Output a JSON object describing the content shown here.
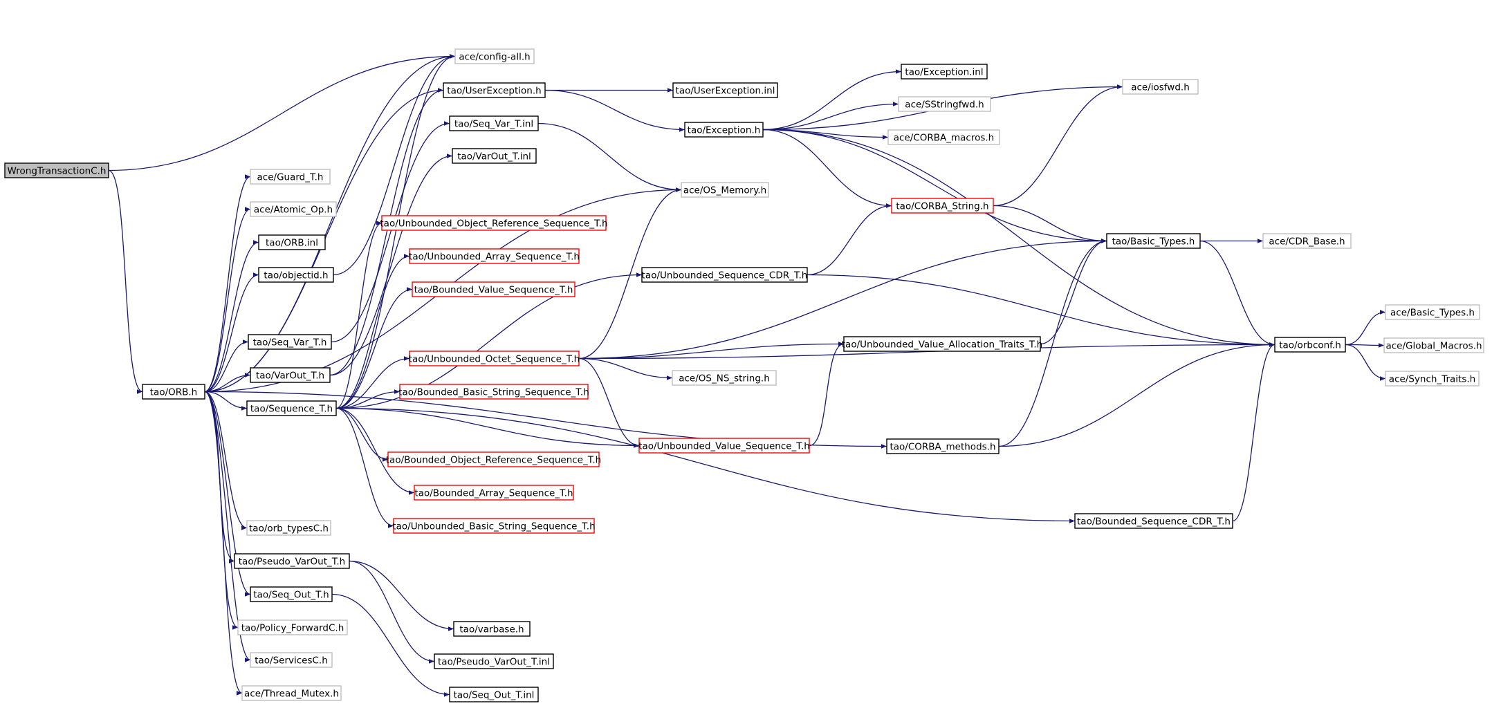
{
  "graph": {
    "colors": {
      "edge": "#191970",
      "border_normal": "#000000",
      "border_light": "#bfbfbf",
      "border_red": "#ff0000",
      "root_fill": "#bfbfbf"
    },
    "nodes": [
      {
        "id": "n_root",
        "label": "WrongTransactionC.h",
        "style": "root",
        "interactable": false
      },
      {
        "id": "n_orb",
        "label": "tao/ORB.h",
        "style": "normal",
        "interactable": true
      },
      {
        "id": "n_config",
        "label": "ace/config-all.h",
        "style": "light",
        "interactable": false
      },
      {
        "id": "n_guard",
        "label": "ace/Guard_T.h",
        "style": "light",
        "interactable": false
      },
      {
        "id": "n_atomic",
        "label": "ace/Atomic_Op.h",
        "style": "light",
        "interactable": false
      },
      {
        "id": "n_orbinl",
        "label": "tao/ORB.inl",
        "style": "normal",
        "interactable": true
      },
      {
        "id": "n_objectid",
        "label": "tao/objectid.h",
        "style": "normal",
        "interactable": true
      },
      {
        "id": "n_seqvar",
        "label": "tao/Seq_Var_T.h",
        "style": "normal",
        "interactable": true
      },
      {
        "id": "n_varout",
        "label": "tao/VarOut_T.h",
        "style": "normal",
        "interactable": true
      },
      {
        "id": "n_sequence",
        "label": "tao/Sequence_T.h",
        "style": "normal",
        "interactable": true
      },
      {
        "id": "n_orbtypes",
        "label": "tao/orb_typesC.h",
        "style": "light",
        "interactable": false
      },
      {
        "id": "n_pseudovarout",
        "label": "tao/Pseudo_VarOut_T.h",
        "style": "normal",
        "interactable": true
      },
      {
        "id": "n_seqout",
        "label": "tao/Seq_Out_T.h",
        "style": "normal",
        "interactable": true
      },
      {
        "id": "n_policyfwd",
        "label": "tao/Policy_ForwardC.h",
        "style": "light",
        "interactable": false
      },
      {
        "id": "n_services",
        "label": "tao/ServicesC.h",
        "style": "light",
        "interactable": false
      },
      {
        "id": "n_threadmutex",
        "label": "ace/Thread_Mutex.h",
        "style": "light",
        "interactable": false
      },
      {
        "id": "n_userexc",
        "label": "tao/UserException.h",
        "style": "normal",
        "interactable": true
      },
      {
        "id": "n_seqvarinl",
        "label": "tao/Seq_Var_T.inl",
        "style": "normal",
        "interactable": true
      },
      {
        "id": "n_varoutinl",
        "label": "tao/VarOut_T.inl",
        "style": "normal",
        "interactable": true
      },
      {
        "id": "n_unboundobjref",
        "label": "tao/Unbounded_Object_Reference_Sequence_T.h",
        "style": "red",
        "interactable": true
      },
      {
        "id": "n_unboundarray",
        "label": "tao/Unbounded_Array_Sequence_T.h",
        "style": "red",
        "interactable": true
      },
      {
        "id": "n_boundvalue",
        "label": "tao/Bounded_Value_Sequence_T.h",
        "style": "red",
        "interactable": true
      },
      {
        "id": "n_unboundoctet",
        "label": "tao/Unbounded_Octet_Sequence_T.h",
        "style": "red",
        "interactable": true
      },
      {
        "id": "n_boundbasicstr",
        "label": "tao/Bounded_Basic_String_Sequence_T.h",
        "style": "red",
        "interactable": true
      },
      {
        "id": "n_boundobjref",
        "label": "tao/Bounded_Object_Reference_Sequence_T.h",
        "style": "red",
        "interactable": true
      },
      {
        "id": "n_boundarray",
        "label": "tao/Bounded_Array_Sequence_T.h",
        "style": "red",
        "interactable": true
      },
      {
        "id": "n_unboundbasicstr",
        "label": "tao/Unbounded_Basic_String_Sequence_T.h",
        "style": "red",
        "interactable": true
      },
      {
        "id": "n_varbase",
        "label": "tao/varbase.h",
        "style": "normal",
        "interactable": true
      },
      {
        "id": "n_pseudovaroutinl",
        "label": "tao/Pseudo_VarOut_T.inl",
        "style": "normal",
        "interactable": true
      },
      {
        "id": "n_seqoutinl",
        "label": "tao/Seq_Out_T.inl",
        "style": "normal",
        "interactable": true
      },
      {
        "id": "n_userexcinl",
        "label": "tao/UserException.inl",
        "style": "normal",
        "interactable": true
      },
      {
        "id": "n_exception",
        "label": "tao/Exception.h",
        "style": "normal",
        "interactable": true
      },
      {
        "id": "n_osmemory",
        "label": "ace/OS_Memory.h",
        "style": "light",
        "interactable": false
      },
      {
        "id": "n_unboundseqcdr",
        "label": "tao/Unbounded_Sequence_CDR_T.h",
        "style": "normal",
        "interactable": true
      },
      {
        "id": "n_osnsstring",
        "label": "ace/OS_NS_string.h",
        "style": "light",
        "interactable": false
      },
      {
        "id": "n_unboundvalueseq",
        "label": "tao/Unbounded_Value_Sequence_T.h",
        "style": "red",
        "interactable": true
      },
      {
        "id": "n_excinl",
        "label": "tao/Exception.inl",
        "style": "normal",
        "interactable": true
      },
      {
        "id": "n_sstringfwd",
        "label": "ace/SStringfwd.h",
        "style": "light",
        "interactable": false
      },
      {
        "id": "n_corbamacros",
        "label": "ace/CORBA_macros.h",
        "style": "light",
        "interactable": false
      },
      {
        "id": "n_corbastring",
        "label": "tao/CORBA_String.h",
        "style": "red",
        "interactable": true
      },
      {
        "id": "n_unboundvalalloc",
        "label": "tao/Unbounded_Value_Allocation_Traits_T.h",
        "style": "normal",
        "interactable": true
      },
      {
        "id": "n_corbamethods",
        "label": "tao/CORBA_methods.h",
        "style": "normal",
        "interactable": true
      },
      {
        "id": "n_boundseqcdr",
        "label": "tao/Bounded_Sequence_CDR_T.h",
        "style": "normal",
        "interactable": true
      },
      {
        "id": "n_iosfwd",
        "label": "ace/iosfwd.h",
        "style": "light",
        "interactable": false
      },
      {
        "id": "n_basictypes",
        "label": "tao/Basic_Types.h",
        "style": "normal",
        "interactable": true
      },
      {
        "id": "n_cdrbase",
        "label": "ace/CDR_Base.h",
        "style": "light",
        "interactable": false
      },
      {
        "id": "n_orbconf",
        "label": "tao/orbconf.h",
        "style": "normal",
        "interactable": true
      },
      {
        "id": "n_acebasictypes",
        "label": "ace/Basic_Types.h",
        "style": "light",
        "interactable": false
      },
      {
        "id": "n_globalmacros",
        "label": "ace/Global_Macros.h",
        "style": "light",
        "interactable": false
      },
      {
        "id": "n_synchtraits",
        "label": "ace/Synch_Traits.h",
        "style": "light",
        "interactable": false
      }
    ],
    "edges": [
      [
        "n_root",
        "n_config"
      ],
      [
        "n_root",
        "n_orb"
      ],
      [
        "n_orb",
        "n_config"
      ],
      [
        "n_orb",
        "n_guard"
      ],
      [
        "n_orb",
        "n_atomic"
      ],
      [
        "n_orb",
        "n_orbinl"
      ],
      [
        "n_orb",
        "n_objectid"
      ],
      [
        "n_orb",
        "n_seqvar"
      ],
      [
        "n_orb",
        "n_varout"
      ],
      [
        "n_orb",
        "n_sequence"
      ],
      [
        "n_orb",
        "n_orbtypes"
      ],
      [
        "n_orb",
        "n_pseudovarout"
      ],
      [
        "n_orb",
        "n_seqout"
      ],
      [
        "n_orb",
        "n_policyfwd"
      ],
      [
        "n_orb",
        "n_services"
      ],
      [
        "n_orb",
        "n_threadmutex"
      ],
      [
        "n_orb",
        "n_userexc"
      ],
      [
        "n_orb",
        "n_osmemory"
      ],
      [
        "n_orb",
        "n_corbamethods"
      ],
      [
        "n_objectid",
        "n_config"
      ],
      [
        "n_seqvar",
        "n_seqvarinl"
      ],
      [
        "n_varout",
        "n_varoutinl"
      ],
      [
        "n_varout",
        "n_userexc"
      ],
      [
        "n_sequence",
        "n_unboundobjref"
      ],
      [
        "n_sequence",
        "n_unboundarray"
      ],
      [
        "n_sequence",
        "n_boundvalue"
      ],
      [
        "n_sequence",
        "n_unboundoctet"
      ],
      [
        "n_sequence",
        "n_boundbasicstr"
      ],
      [
        "n_sequence",
        "n_boundobjref"
      ],
      [
        "n_sequence",
        "n_boundarray"
      ],
      [
        "n_sequence",
        "n_unboundbasicstr"
      ],
      [
        "n_sequence",
        "n_unboundvalueseq"
      ],
      [
        "n_sequence",
        "n_unboundseqcdr"
      ],
      [
        "n_sequence",
        "n_boundseqcdr"
      ],
      [
        "n_sequence",
        "n_config"
      ],
      [
        "n_pseudovarout",
        "n_varbase"
      ],
      [
        "n_pseudovarout",
        "n_pseudovaroutinl"
      ],
      [
        "n_seqout",
        "n_seqoutinl"
      ],
      [
        "n_userexc",
        "n_userexcinl"
      ],
      [
        "n_userexc",
        "n_exception"
      ],
      [
        "n_seqvarinl",
        "n_osmemory"
      ],
      [
        "n_exception",
        "n_excinl"
      ],
      [
        "n_exception",
        "n_sstringfwd"
      ],
      [
        "n_exception",
        "n_corbamacros"
      ],
      [
        "n_exception",
        "n_iosfwd"
      ],
      [
        "n_exception",
        "n_corbastring"
      ],
      [
        "n_exception",
        "n_basictypes"
      ],
      [
        "n_exception",
        "n_orbconf"
      ],
      [
        "n_unboundoctet",
        "n_osmemory"
      ],
      [
        "n_unboundoctet",
        "n_osnsstring"
      ],
      [
        "n_unboundoctet",
        "n_unboundvalueseq"
      ],
      [
        "n_unboundoctet",
        "n_unboundvalalloc"
      ],
      [
        "n_unboundoctet",
        "n_basictypes"
      ],
      [
        "n_unboundoctet",
        "n_orbconf"
      ],
      [
        "n_unboundseqcdr",
        "n_corbastring"
      ],
      [
        "n_unboundseqcdr",
        "n_orbconf"
      ],
      [
        "n_unboundvalueseq",
        "n_unboundvalalloc"
      ],
      [
        "n_corbastring",
        "n_iosfwd"
      ],
      [
        "n_corbastring",
        "n_basictypes"
      ],
      [
        "n_unboundvalalloc",
        "n_basictypes"
      ],
      [
        "n_corbamethods",
        "n_basictypes"
      ],
      [
        "n_corbamethods",
        "n_orbconf"
      ],
      [
        "n_boundseqcdr",
        "n_orbconf"
      ],
      [
        "n_basictypes",
        "n_cdrbase"
      ],
      [
        "n_basictypes",
        "n_orbconf"
      ],
      [
        "n_orbconf",
        "n_acebasictypes"
      ],
      [
        "n_orbconf",
        "n_globalmacros"
      ],
      [
        "n_orbconf",
        "n_synchtraits"
      ]
    ]
  }
}
